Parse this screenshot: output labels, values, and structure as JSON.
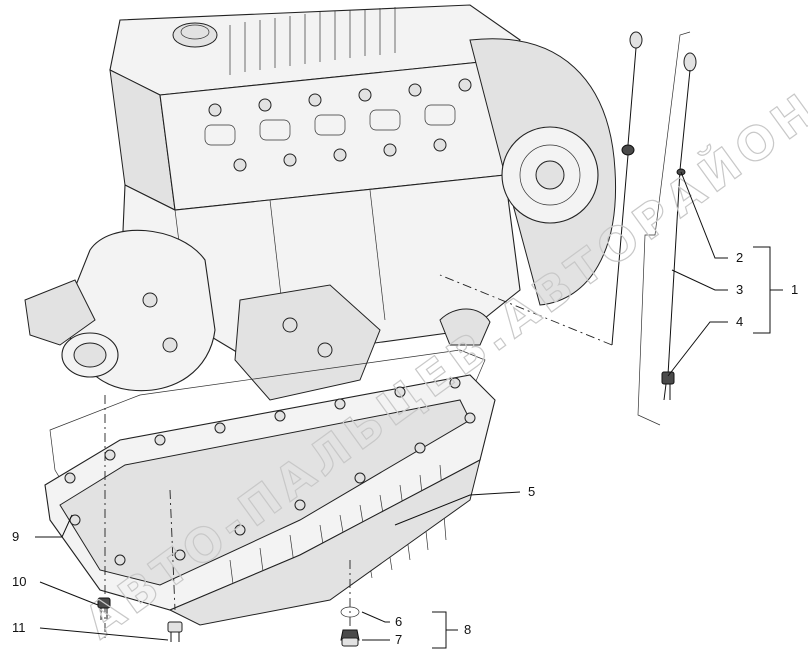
{
  "watermark": "АВТО-ПАЛЬЦЕВ.АВТОРАЙОН.NET",
  "callouts": {
    "c1": "1",
    "c2": "2",
    "c3": "3",
    "c4": "4",
    "c5": "5",
    "c6": "6",
    "c7": "7",
    "c8": "8",
    "c9": "9",
    "c10": "10",
    "c11": "11"
  }
}
